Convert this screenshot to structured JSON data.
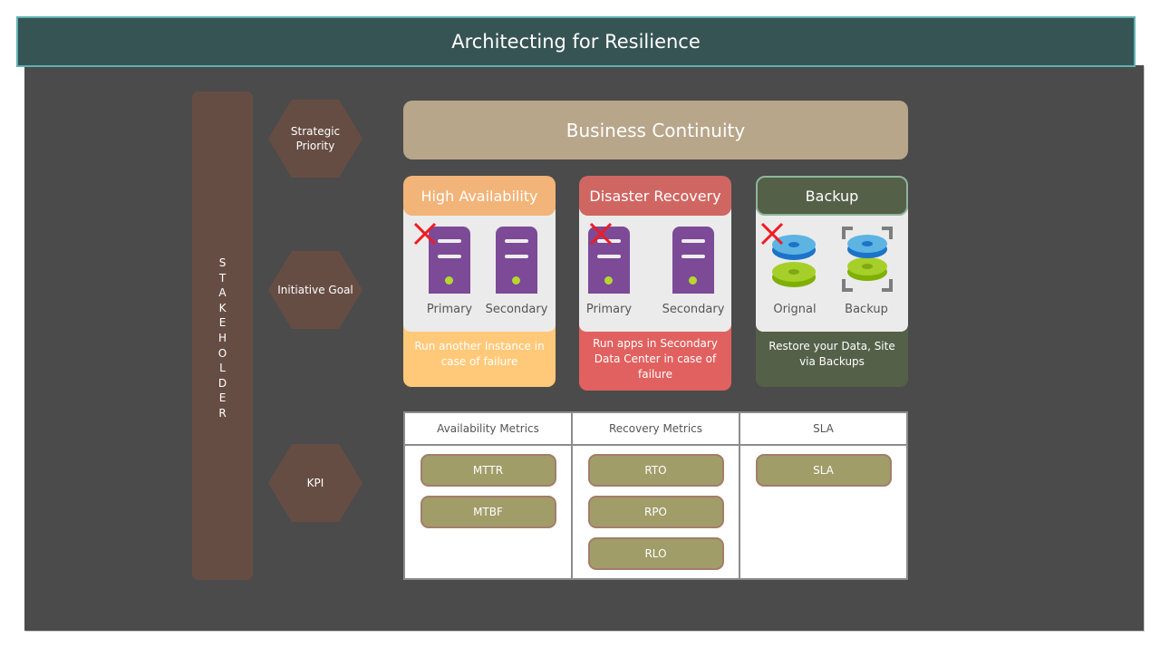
{
  "header": {
    "title": "Architecting for Resilience"
  },
  "stakeholder": {
    "label": "STAKEHOLDER"
  },
  "levels": [
    {
      "label": "Strategic Priority"
    },
    {
      "label": "Initiative Goal"
    },
    {
      "label": "KPI"
    }
  ],
  "business_continuity": {
    "title": "Business Continuity"
  },
  "cards": [
    {
      "title": "High Availability",
      "description": "Run another Instance in case of failure",
      "items": [
        {
          "label": "Primary",
          "icon": "server-icon",
          "failed": true
        },
        {
          "label": "Secondary",
          "icon": "server-icon",
          "failed": false
        }
      ],
      "colors": {
        "head": "#f2b478",
        "foot": "#ffc979"
      }
    },
    {
      "title": "Disaster Recovery",
      "description": "Run apps in Secondary Data Center in case of failure",
      "items": [
        {
          "label": "Primary",
          "icon": "server-icon",
          "failed": true
        },
        {
          "label": "Secondary",
          "icon": "server-icon",
          "failed": false
        }
      ],
      "colors": {
        "head": "#d06662",
        "foot": "#e0615f"
      }
    },
    {
      "title": "Backup",
      "description": "Restore your Data, Site via  Backups",
      "items": [
        {
          "label": "Orignal",
          "icon": "database-disks-icon",
          "failed": true
        },
        {
          "label": "Backup",
          "icon": "database-disks-backup-icon",
          "failed": false
        }
      ],
      "colors": {
        "head": "#556049",
        "foot": "#556049"
      }
    }
  ],
  "metrics": [
    {
      "header": "Availability Metrics",
      "items": [
        "MTTR",
        "MTBF"
      ]
    },
    {
      "header": "Recovery Metrics",
      "items": [
        "RTO",
        "RPO",
        "RLO"
      ]
    },
    {
      "header": "SLA",
      "items": [
        "SLA"
      ]
    }
  ],
  "colors": {
    "header_bg": "#365453",
    "header_border": "#5eb1b1",
    "panel_bg": "#4b4b4b",
    "stakeholder_bg": "#664d44",
    "business_continuity_bg": "#b8a68a",
    "server": "#7c4a97",
    "server_led": "#b6d630",
    "fail_mark": "#ee1c24",
    "pill_bg": "#a09d69",
    "pill_border": "#a47d6c"
  }
}
